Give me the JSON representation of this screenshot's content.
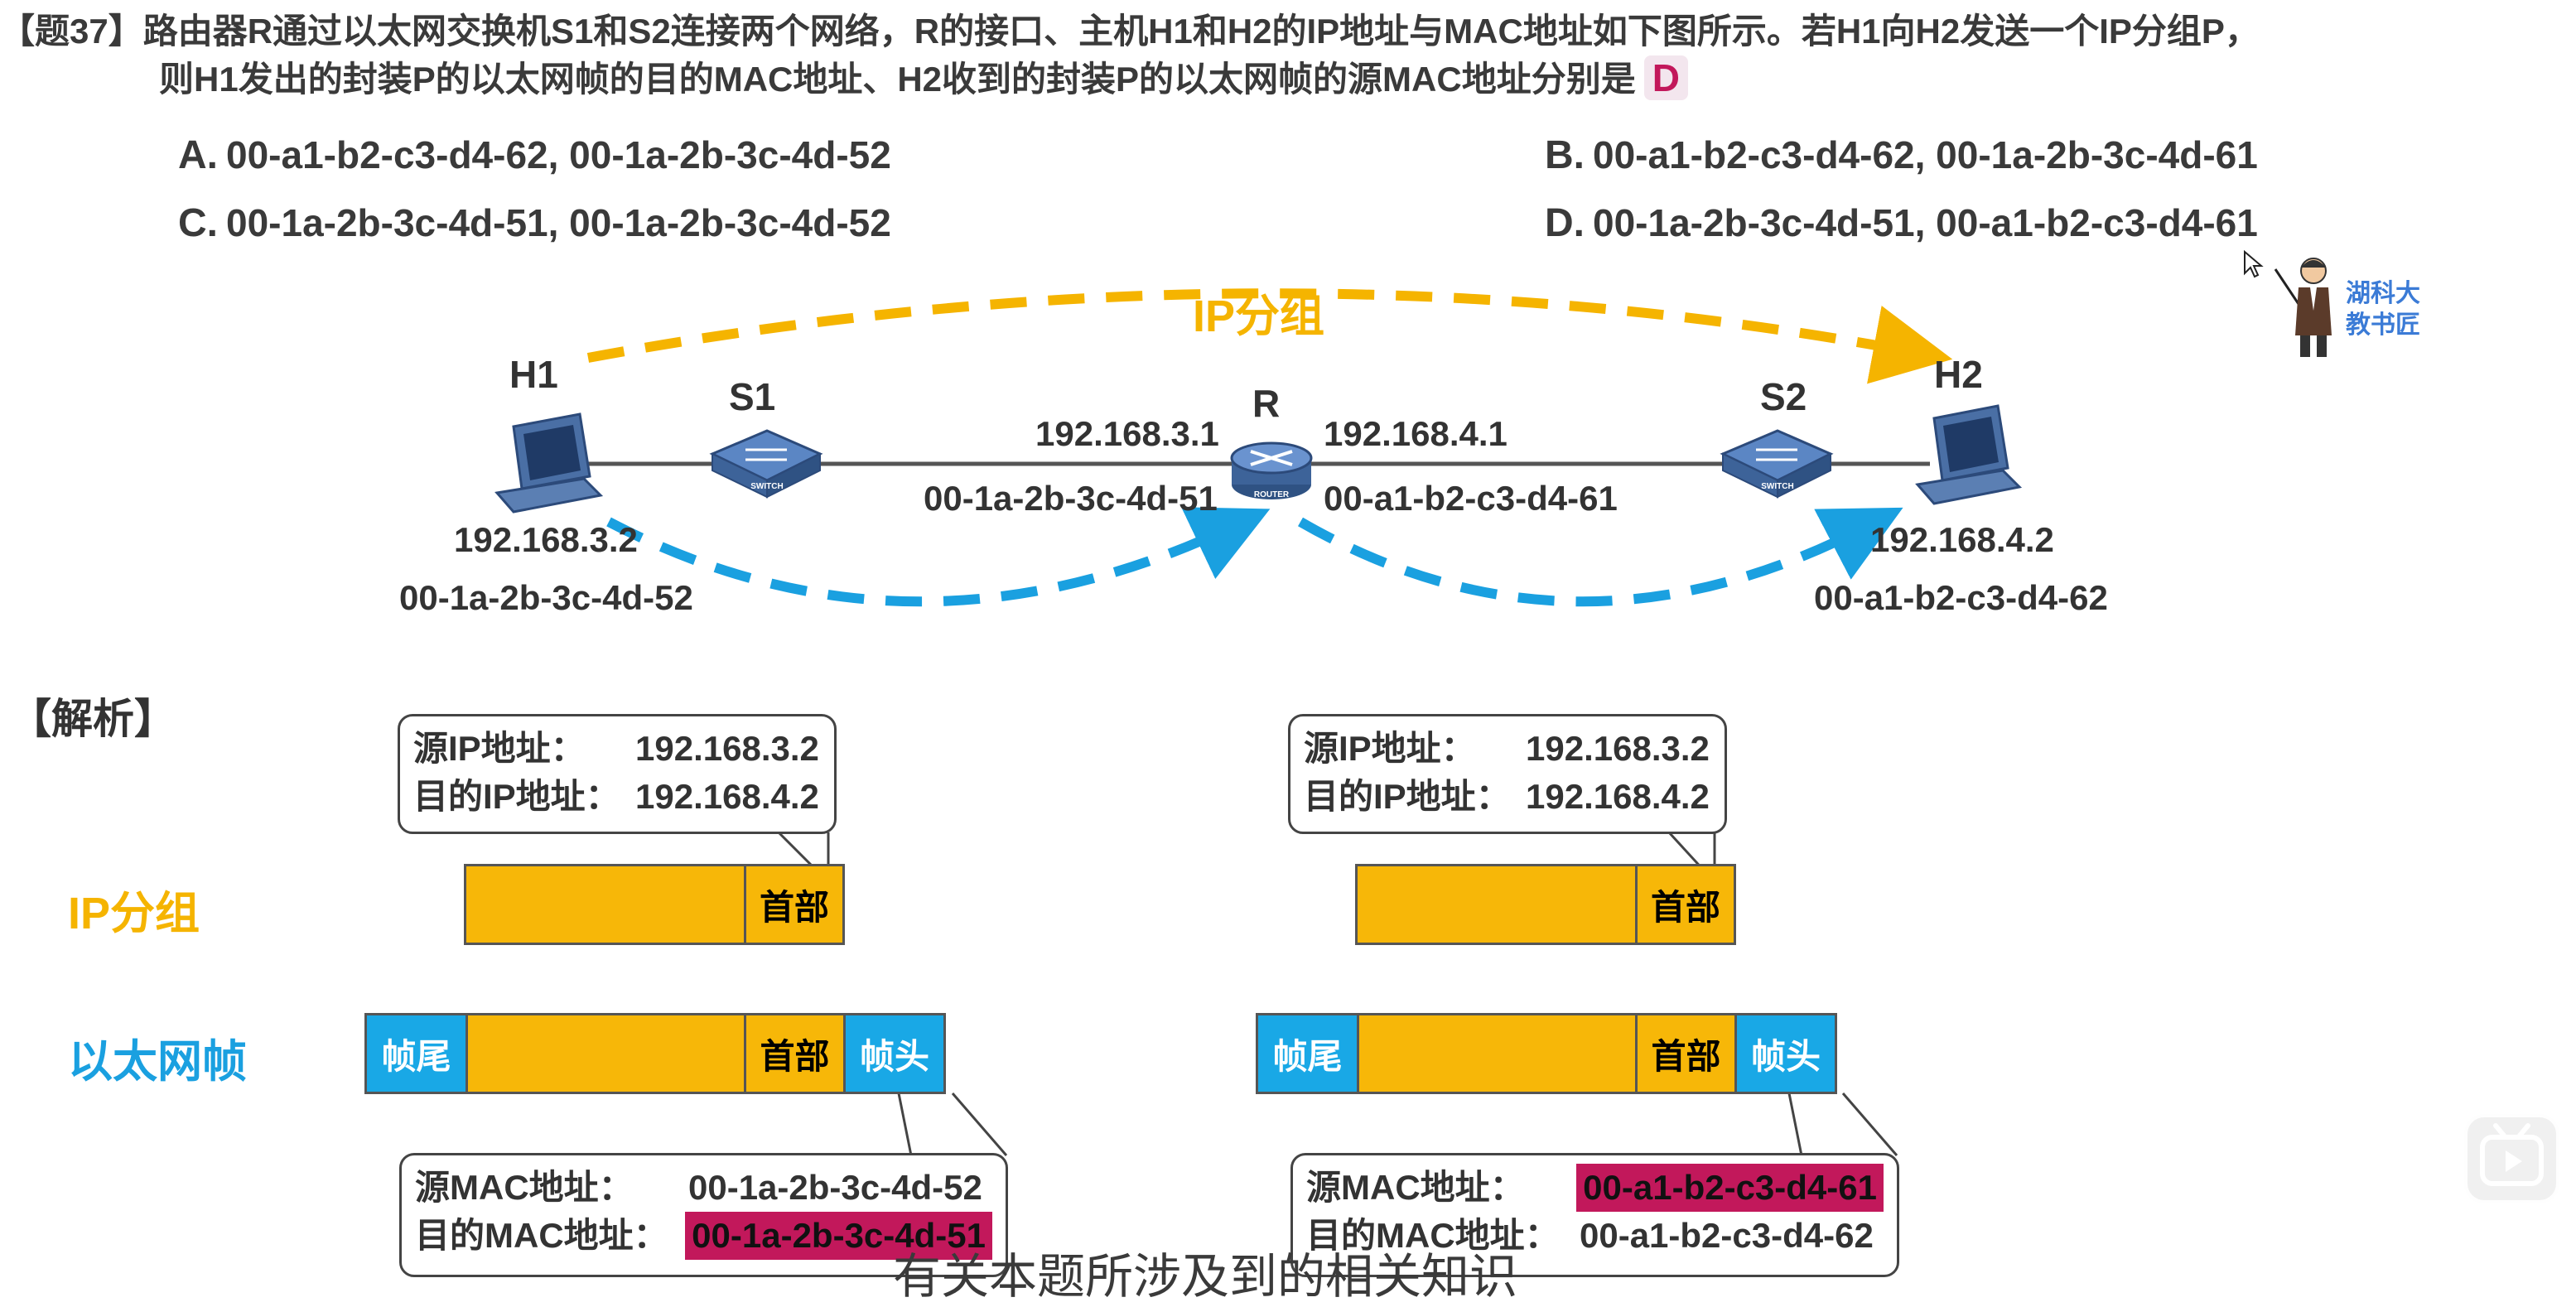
{
  "question": {
    "line1": "【题37】路由器R通过以太网交换机S1和S2连接两个网络，R的接口、主机H1和H2的IP地址与MAC地址如下图所示。若H1向H2发送一个IP分组P，",
    "line2": "则H1发出的封装P的以太网帧的目的MAC地址、H2收到的封装P的以太网帧的源MAC地址分别是",
    "answer": "D"
  },
  "options": [
    {
      "letter": "A.",
      "text": "00-a1-b2-c3-d4-62, 00-1a-2b-3c-4d-52"
    },
    {
      "letter": "B.",
      "text": "00-a1-b2-c3-d4-62, 00-1a-2b-3c-4d-61"
    },
    {
      "letter": "C.",
      "text": "00-1a-2b-3c-4d-51, 00-1a-2b-3c-4d-52"
    },
    {
      "letter": "D.",
      "text": "00-1a-2b-3c-4d-51, 00-a1-b2-c3-d4-61"
    }
  ],
  "teacher": {
    "line1": "湖科大",
    "line2": "教书匠"
  },
  "network": {
    "ip_packet_label": "IP分组",
    "h1": {
      "name": "H1",
      "ip": "192.168.3.2",
      "mac": "00-1a-2b-3c-4d-52"
    },
    "s1": {
      "name": "S1"
    },
    "r": {
      "name": "R",
      "ip_left": "192.168.3.1",
      "mac_left": "00-1a-2b-3c-4d-51",
      "ip_right": "192.168.4.1",
      "mac_right": "00-a1-b2-c3-d4-61"
    },
    "s2": {
      "name": "S2"
    },
    "h2": {
      "name": "H2",
      "ip": "192.168.4.2",
      "mac": "00-a1-b2-c3-d4-62"
    },
    "switch_caption": "SWITCH",
    "router_caption": "ROUTER"
  },
  "analysis": {
    "title": "【解析】",
    "ip_packet_row": "IP分组",
    "frame_row": "以太网帧",
    "header": "首部",
    "frame_tail": "帧尾",
    "frame_head": "帧头",
    "left": {
      "src_ip_label": "源IP地址：",
      "src_ip": "192.168.3.2",
      "dst_ip_label": "目的IP地址：",
      "dst_ip": "192.168.4.2",
      "src_mac_label": "源MAC地址：",
      "src_mac": "00-1a-2b-3c-4d-52",
      "dst_mac_label": "目的MAC地址：",
      "dst_mac": "00-1a-2b-3c-4d-51"
    },
    "right": {
      "src_ip_label": "源IP地址：",
      "src_ip": "192.168.3.2",
      "dst_ip_label": "目的IP地址：",
      "dst_ip": "192.168.4.2",
      "src_mac_label": "源MAC地址：",
      "src_mac": "00-a1-b2-c3-d4-61",
      "dst_mac_label": "目的MAC地址：",
      "dst_mac": "00-a1-b2-c3-d4-62"
    }
  },
  "subtitle": "有关本题所涉及到的相关知识",
  "colors": {
    "yellow": "#f7b708",
    "blue": "#19a8e6",
    "highlight": "#c2185b"
  }
}
